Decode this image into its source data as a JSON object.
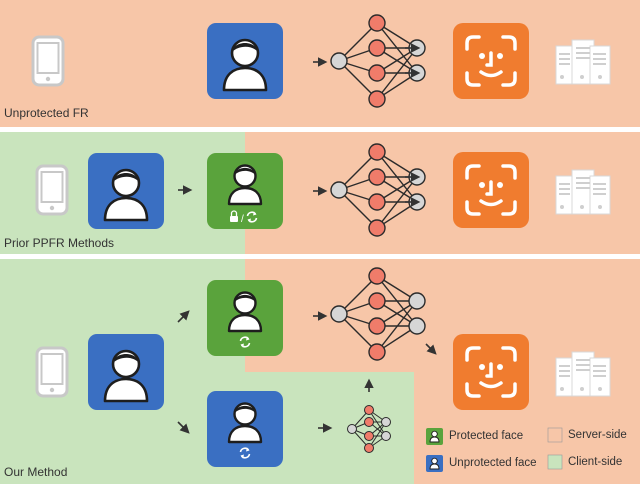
{
  "colors": {
    "server_side": "#f7c6a8",
    "client_side": "#c9e4bd",
    "unprotected_face": "#3a6fc2",
    "protected_face": "#5aa33c",
    "recognizer": "#f07c2f",
    "node_red": "#f07c6a",
    "node_gray": "#d6d6d6",
    "device_gray": "#c8c8c8"
  },
  "rows": [
    {
      "id": "unprotected-fr",
      "label": "Unprotected FR"
    },
    {
      "id": "prior-ppfr",
      "label": "Prior PPFR Methods"
    },
    {
      "id": "our-method",
      "label": "Our Method"
    }
  ],
  "legend": {
    "protected_face": "Protected face",
    "unprotected_face": "Unprotected face",
    "server_side": "Server-side",
    "client_side": "Client-side"
  },
  "icons": {
    "phone": "smartphone-icon",
    "server": "server-rack-icon",
    "recognizer": "face-scan-icon",
    "network": "neural-network-icon",
    "lock": "lock-icon",
    "refresh": "refresh-icon"
  }
}
